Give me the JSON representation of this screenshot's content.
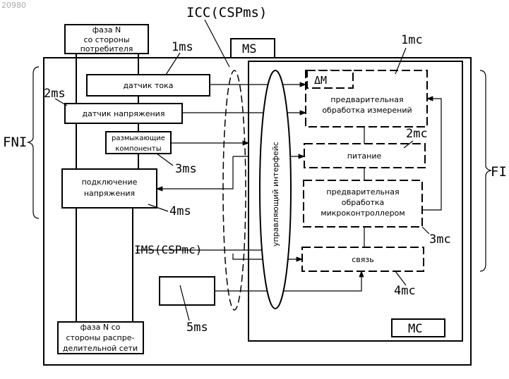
{
  "doc_id": "20980",
  "blocks": {
    "phase_consumer": [
      "фаза N",
      "со стороны",
      "потребителя"
    ],
    "current_sensor": "датчик тока",
    "voltage_sensor": "датчик напряжения",
    "breaking": [
      "размыкающие",
      "компоненты"
    ],
    "voltage_connect": [
      "подключение",
      "напряжения"
    ],
    "phase_network": [
      "фаза N со",
      "стороны распре-",
      "делительной сети"
    ],
    "delta_m": "ΔM",
    "meas_pre": [
      "предварительная",
      "обработка измерений"
    ],
    "power": "питание",
    "mc_pre": [
      "предварительная",
      "обработка",
      "микроконтроллером"
    ],
    "comm": "связь",
    "control_interface": "управляющий интерфейс",
    "ms": "MS",
    "mc": "MC"
  },
  "refs": {
    "r1ms": "1ms",
    "r2ms": "2ms",
    "r3ms": "3ms",
    "r4ms": "4ms",
    "r5ms": "5ms",
    "r1mc": "1mc",
    "r2mc": "2mc",
    "r3mc": "3mc",
    "r4mc": "4mc",
    "icc": "ICC(CSPms)",
    "ims": "IMS(CSPmc)",
    "fni": "FNI",
    "fi": "FI"
  }
}
